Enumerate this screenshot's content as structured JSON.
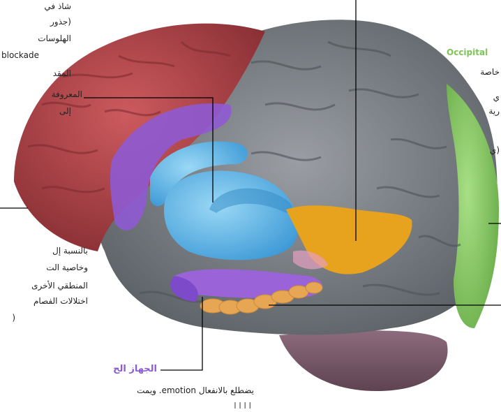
{
  "colors": {
    "frontal": "#b5464b",
    "frontal_dark": "#7f2c31",
    "gray": "#7d8186",
    "gray_dark": "#55595e",
    "occipital": "#8fcf6a",
    "blue": "#62b8e6",
    "blue_dark": "#2f88c4",
    "purple": "#8e5ad3",
    "orange": "#e7a21e",
    "tan": "#e7a654",
    "brainstem": "#7b5a6a",
    "line": "#000000",
    "occipital_text": "#7cc556",
    "limbic_text": "#8c5ad6"
  },
  "labels": {
    "left_col": [
      "شاذ في",
      "(جذور",
      "الهلوسات",
      "blockade",
      "المقد",
      "المعروفة",
      "إلى"
    ],
    "right_top": [
      "Occipital",
      "خاصة",
      "ي",
      "رية",
      "(ي"
    ],
    "left_mid": [
      "بالنسبة إل",
      "وخاصية الت",
      "المنطقي الأخرى",
      "اختلالات الفصام",
      "("
    ],
    "bottom_title": "الجهاز الح",
    "bottom_text": "يضطلع بالانفعال emotion. ويمت",
    "bottom_text2": "ا  ا   ا  ا"
  }
}
